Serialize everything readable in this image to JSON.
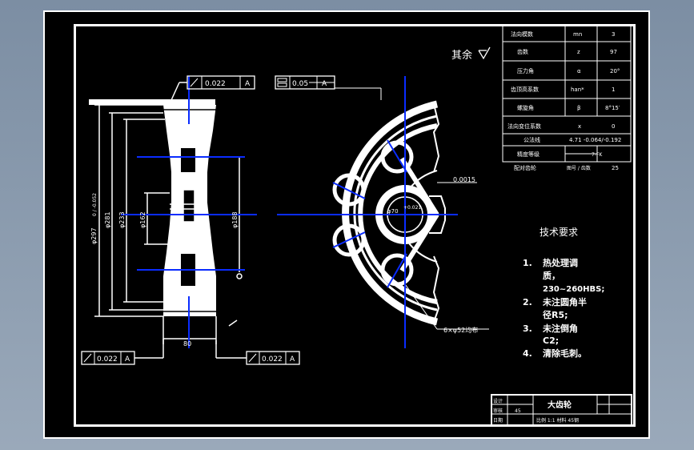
{
  "drawing": {
    "roughness_note": "其余",
    "tolerances": {
      "top_left": {
        "value": "0.022",
        "datum": "A"
      },
      "top_mid": {
        "value": "0.05",
        "datum": "A"
      },
      "bottom_left": {
        "value": "0.022",
        "datum": "A"
      },
      "bottom_right": {
        "value": "0.022",
        "datum": "A"
      }
    },
    "front_view_dims": {
      "d_outer": "φ297",
      "d_outer_tol": "0 / -0.052",
      "d_root": "φ281",
      "d_mid": "φ233",
      "d_hub": "φ162",
      "d_holes": "φ188",
      "width": "80"
    },
    "side_view_dims": {
      "bore": "φ70",
      "bore_tol": "+0.021",
      "keyway": "0.0015",
      "holes": "6×φ52均布"
    }
  },
  "param_table": {
    "rows": [
      {
        "label": "法向模数",
        "sym": "mn",
        "val": "3"
      },
      {
        "label": "齿数",
        "sym": "z",
        "val": "97"
      },
      {
        "label": "压力角",
        "sym": "α",
        "val": "20°"
      },
      {
        "label": "齿顶高系数",
        "sym": "han*",
        "val": "1"
      },
      {
        "label": "螺旋角",
        "sym": "β",
        "val": "8°15′"
      },
      {
        "label": "法向变位系数",
        "sym": "x",
        "val": "0"
      },
      {
        "label": "公法线",
        "sym": "",
        "val": "4.71 -0.064/-0.192"
      },
      {
        "label": "精度等级",
        "sym": "",
        "val": "7-FK"
      },
      {
        "label": "配对齿轮",
        "sym": "图号 / 齿数",
        "val": "25"
      }
    ]
  },
  "tech_requirements": {
    "title": "技术要求",
    "items": [
      {
        "num": "1.",
        "lines": [
          "热处理调",
          "质，",
          "230~260HBS;"
        ]
      },
      {
        "num": "2.",
        "lines": [
          "未注圆角半",
          "径R5;"
        ]
      },
      {
        "num": "3.",
        "lines": [
          "未注倒角",
          "C2;"
        ]
      },
      {
        "num": "4.",
        "lines": [
          "清除毛刺。"
        ]
      }
    ]
  },
  "title_block": {
    "part_name": "大齿轮",
    "material": "45",
    "scale_line": "比例 1:1 材料 45钢",
    "labels": [
      "设计",
      "审核",
      "日期"
    ]
  },
  "colors": {
    "background": "#000000",
    "lines": "#ffffff",
    "center_lines": "#0a2cff",
    "desktop": "#8a9bb0"
  }
}
